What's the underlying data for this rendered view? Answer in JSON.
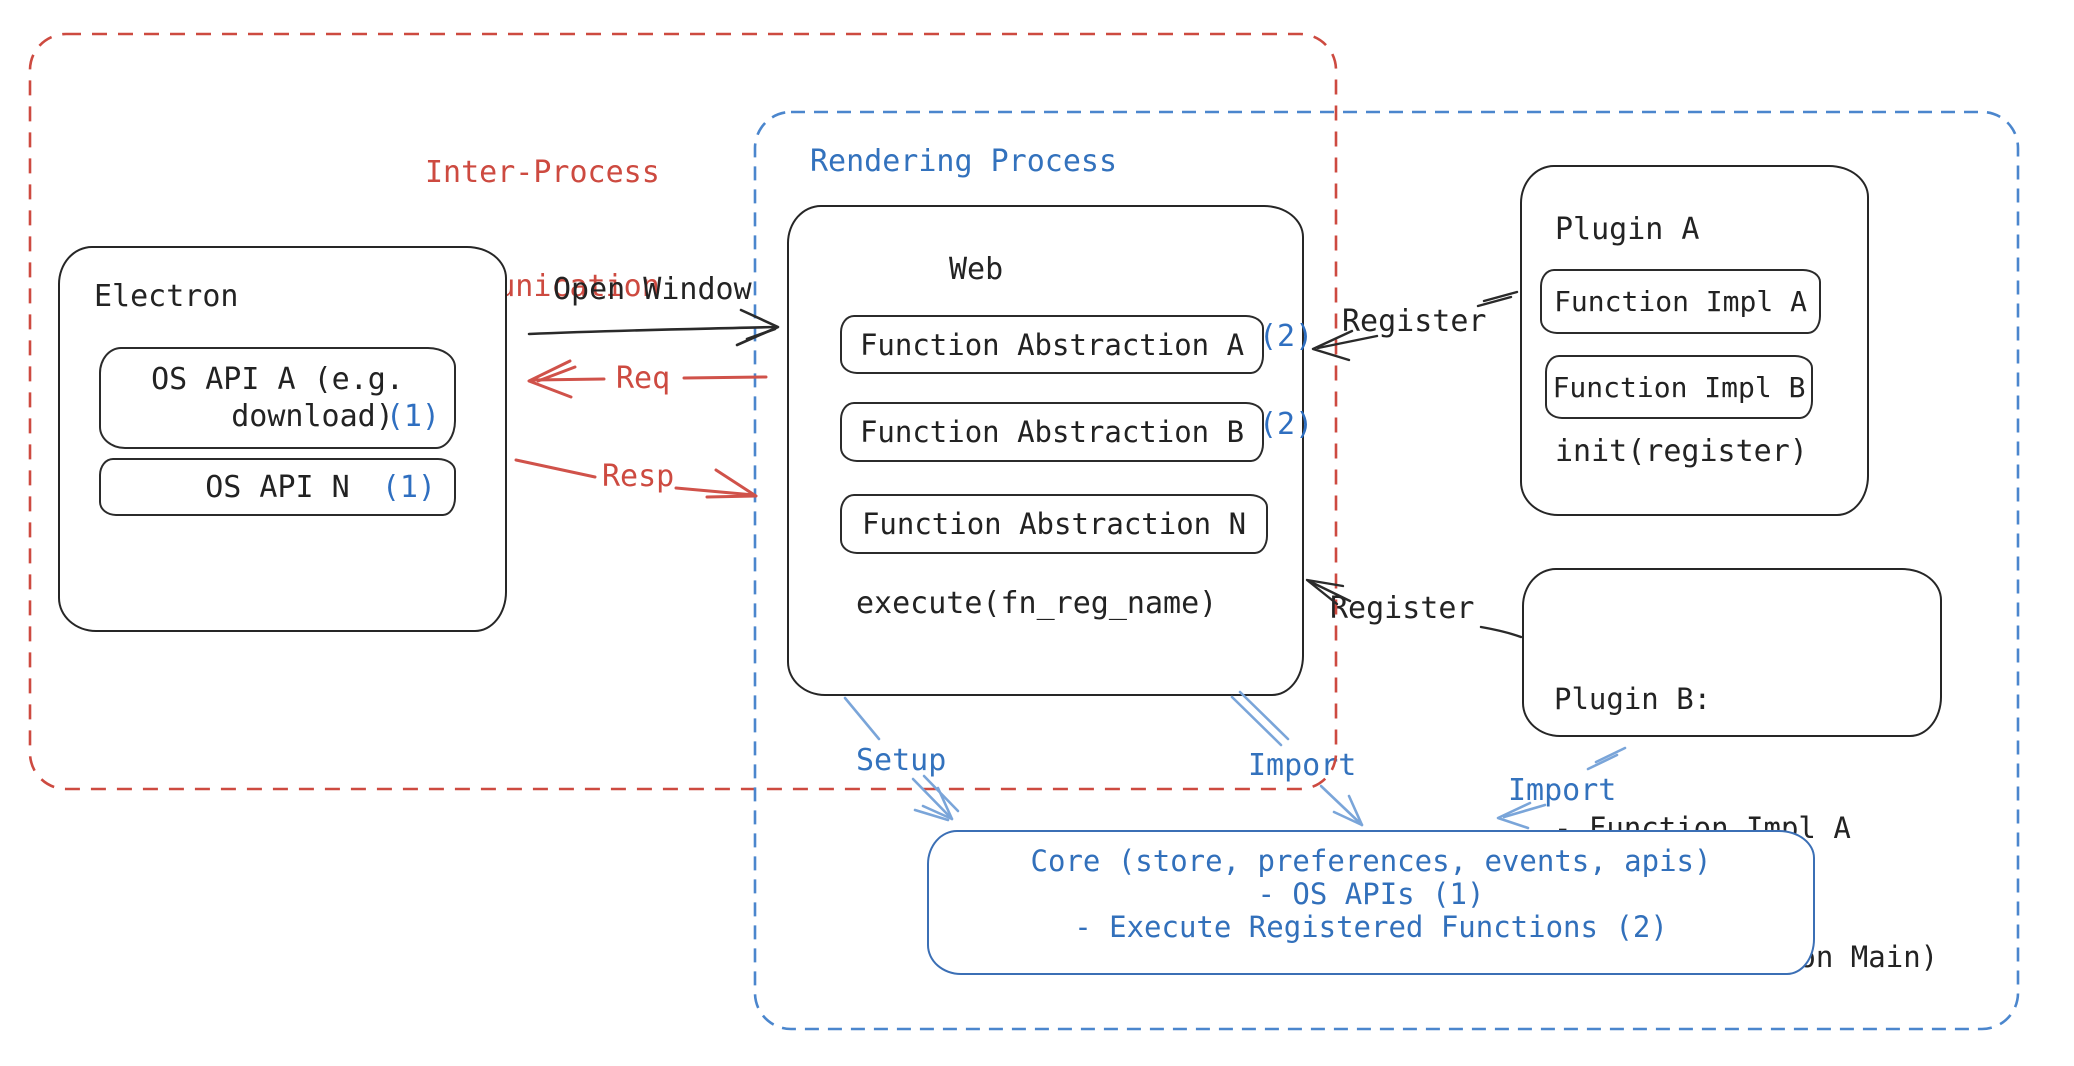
{
  "colors": {
    "red_accent": "#cd4a40",
    "blue_accent": "#3372bd",
    "arrow_blue": "#7aa5d9",
    "dash_blue": "#4b86cd",
    "ink": "#262626"
  },
  "ipc": {
    "label_line1": "Inter-Process",
    "label_line2": "Communication"
  },
  "rendering": {
    "label": "Rendering Process"
  },
  "electron": {
    "title": "Electron",
    "api_a_line1": "OS API A (e.g.",
    "api_a_line2": "download)",
    "api_a_ref": "(1)",
    "api_n_label": "OS API N",
    "api_n_ref": "(1)"
  },
  "web": {
    "title": "Web",
    "abstraction_a": "Function Abstraction A",
    "abstraction_a_ref": "(2)",
    "abstraction_b": "Function Abstraction B",
    "abstraction_b_ref": "(2)",
    "abstraction_n": "Function Abstraction N",
    "execute_label": "execute(fn_reg_name)"
  },
  "plugin_a": {
    "title": "Plugin A",
    "impl_a": "Function Impl A",
    "impl_b": "Function Impl B",
    "init_label": "init(register)"
  },
  "plugin_b": {
    "title": "Plugin B:",
    "item_1": "- Function Impl A",
    "item_2": "- Module (run on Main)"
  },
  "core": {
    "line_1": "Core (store, preferences, events, apis)",
    "line_2": "- OS APIs (1)",
    "line_3": "- Execute Registered Functions (2)"
  },
  "labels": {
    "open_window": "Open Window",
    "req": "Req",
    "resp": "Resp",
    "register_top": "Register",
    "register_bottom": "Register",
    "setup": "Setup",
    "import_mid": "Import",
    "import_right": "Import"
  }
}
